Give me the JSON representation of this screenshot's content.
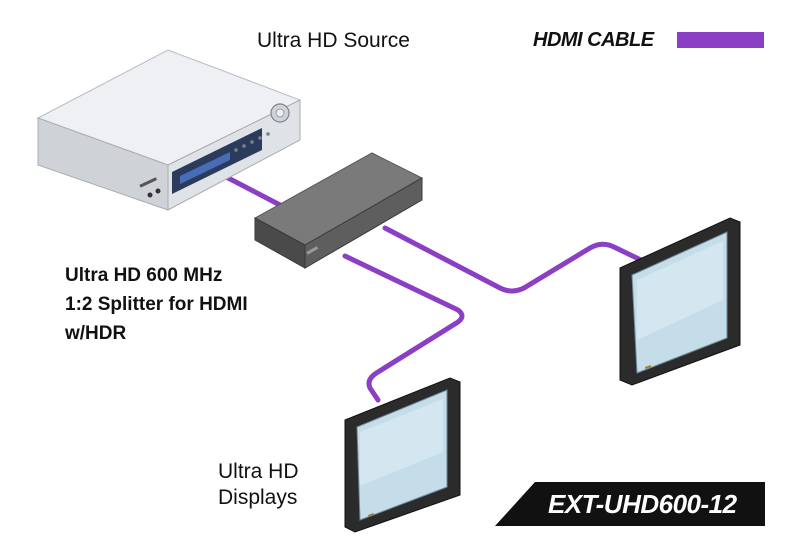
{
  "labels": {
    "source": "Ultra HD Source",
    "legend_cable": "HDMI CABLE",
    "splitter_line1": "Ultra HD 600 MHz",
    "splitter_line2": "1:2 Splitter for HDMI",
    "splitter_line3": "w/HDR",
    "displays_line1": "Ultra HD",
    "displays_line2": "Displays",
    "model": "EXT-UHD600-12"
  },
  "colors": {
    "hdmi_cable": "#8a3fc4",
    "source_body": "#e3e6ea",
    "splitter_body": "#5a5a5a",
    "display_frame": "#2b2b2b",
    "display_screen": "#bfd8e6",
    "badge": "#111111"
  }
}
